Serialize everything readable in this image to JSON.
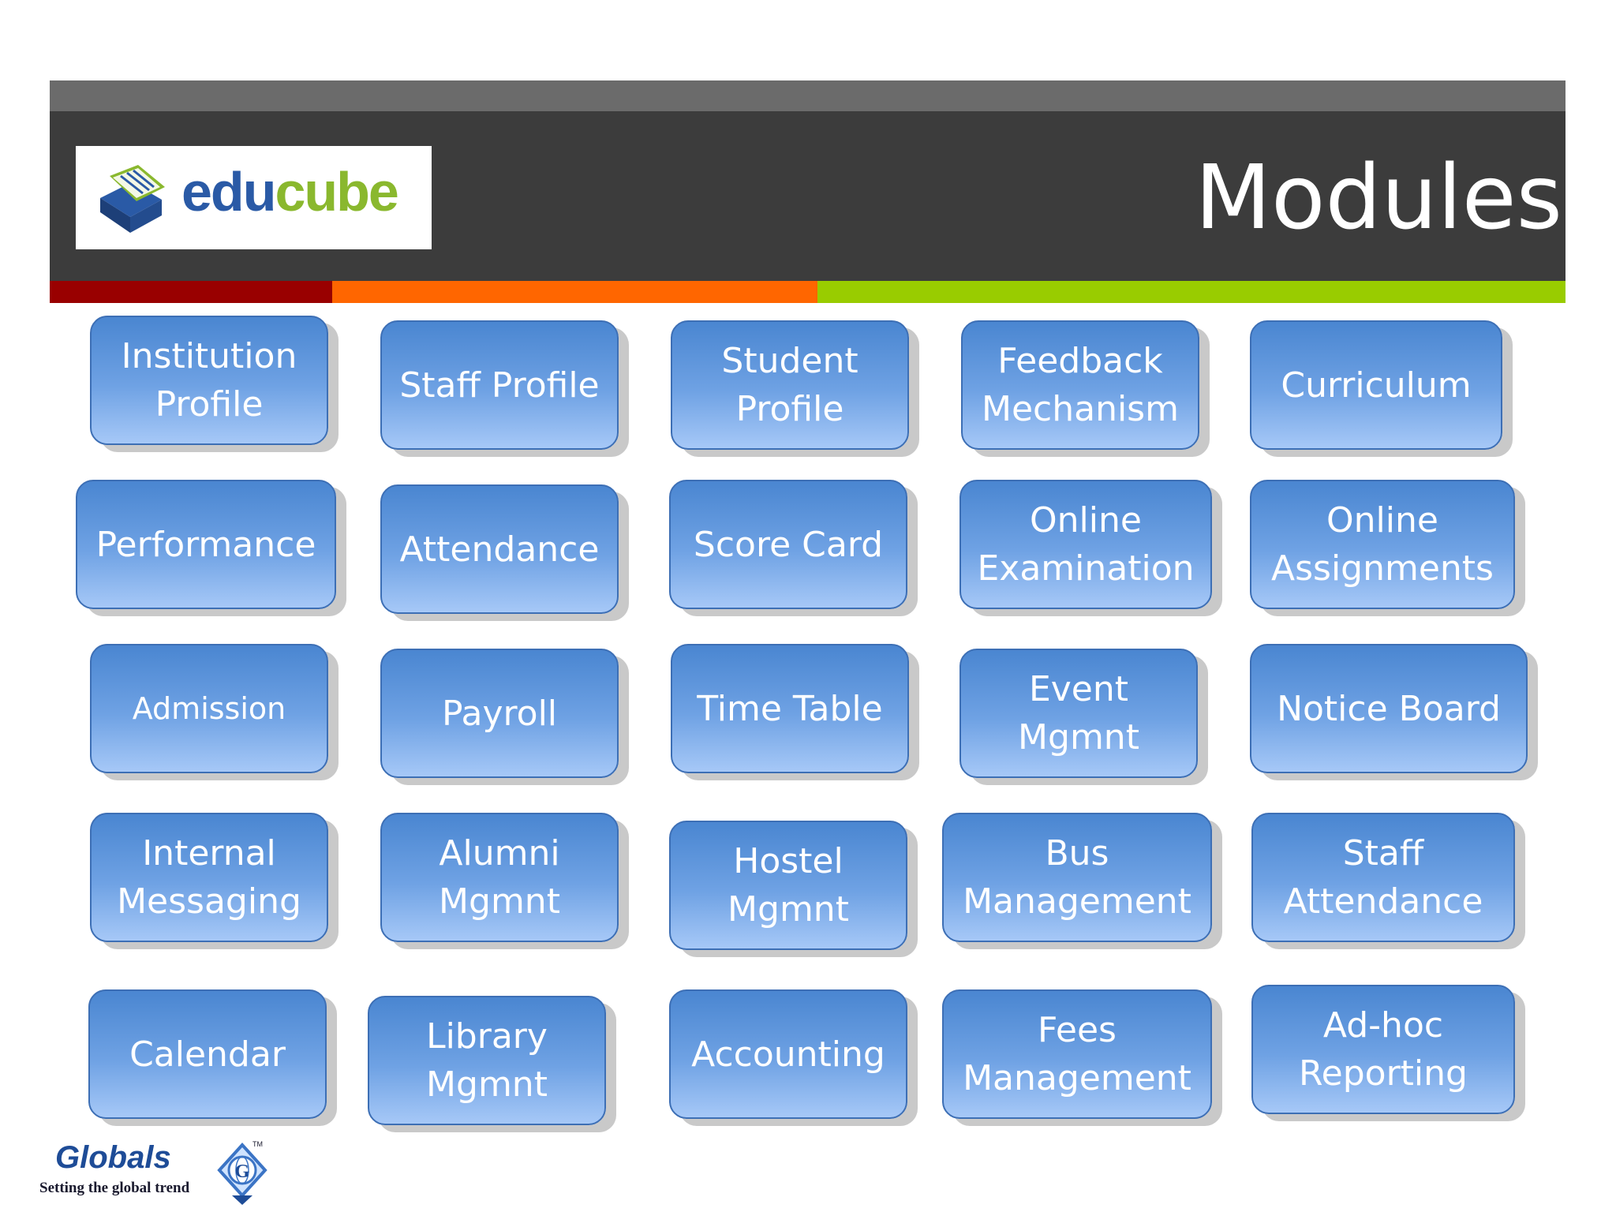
{
  "header": {
    "title": "Modules",
    "logo": {
      "part1": "edu",
      "part2": "cube",
      "colors": {
        "edu": "#2a5aa6",
        "cube": "#8ab82e"
      }
    },
    "accent_colors": [
      "#990000",
      "#ff6600",
      "#99cc00"
    ]
  },
  "modules": [
    [
      "Institution\nProfile",
      "Staff Profile",
      "Student\nProfile",
      "Feedback\nMechanism",
      "Curriculum"
    ],
    [
      "Performance",
      "Attendance",
      "Score Card",
      "Online\nExamination",
      "Online\nAssignments"
    ],
    [
      "Admission",
      "Payroll",
      "Time Table",
      "Event\nMgmnt",
      "Notice Board"
    ],
    [
      "Internal\nMessaging",
      "Alumni\nMgmnt",
      "Hostel\nMgmnt",
      "Bus\nManagement",
      "Staff\nAttendance"
    ],
    [
      "Calendar",
      "Library\nMgmnt",
      "Accounting",
      "Fees\nManagement",
      "Ad-hoc\nReporting"
    ]
  ],
  "footer": {
    "brand": "Globals",
    "tagline": "Setting the global trend",
    "emblem_letter": "G",
    "trademark": "TM"
  }
}
